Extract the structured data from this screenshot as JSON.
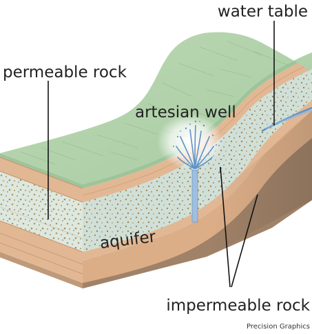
{
  "labels": {
    "water_table": "water table",
    "permeable_rock": "permeable rock",
    "artesian_well": "artesian well",
    "aquifer": "aquifer",
    "impermeable_rock": "impermeable rock",
    "credit": "Precision Graphics"
  },
  "colors": {
    "surface": "#b3d3ad",
    "impermeable_layer": "#e2b894",
    "aquifer": "#dce8e0",
    "bedrock": "#a08268",
    "water": "#8fb4d8",
    "water_table_line": "#5f92c8"
  }
}
